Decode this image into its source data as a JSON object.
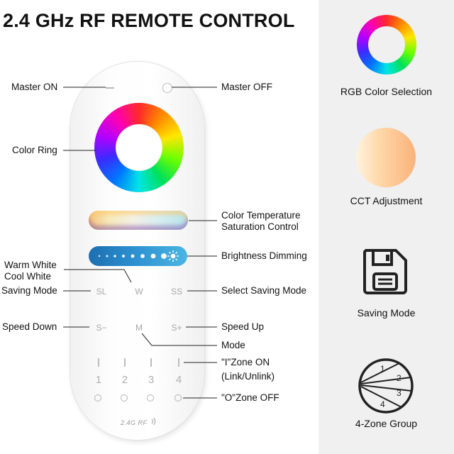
{
  "title": "2.4 GHz RF REMOTE CONTROL",
  "callouts": {
    "master_on": "Master ON",
    "master_off": "Master OFF",
    "color_ring": "Color Ring",
    "color_temp_1": "Color Temperature",
    "color_temp_2": "Saturation Control",
    "brightness": "Brightness Dimming",
    "warm_white": "Warm White",
    "cool_white": "Cool White",
    "saving_mode": "Saving Mode",
    "select_saving_mode": "Select Saving Mode",
    "speed_down": "Speed Down",
    "speed_up": "Speed Up",
    "mode": "Mode",
    "zone_on_1": "\"I\"Zone ON",
    "zone_on_2": "(Link/Unlink)",
    "zone_off": "\"O\"Zone OFF"
  },
  "buttons": {
    "sl": "SL",
    "w": "W",
    "ss": "SS",
    "s_minus": "S−",
    "m": "M",
    "s_plus": "S+",
    "zones": [
      "1",
      "2",
      "3",
      "4"
    ]
  },
  "brand": "2.4G RF",
  "sidebar": {
    "rgb": "RGB Color Selection",
    "cct": "CCT Adjustment",
    "saving": "Saving Mode",
    "zone_group": "4-Zone Group",
    "zone_numbers": [
      "1",
      "2",
      "3",
      "4"
    ]
  },
  "colors": {
    "sidebar_bg": "#f0f0f0",
    "callout_line": "#222222",
    "button_text": "#a8a8a8"
  }
}
